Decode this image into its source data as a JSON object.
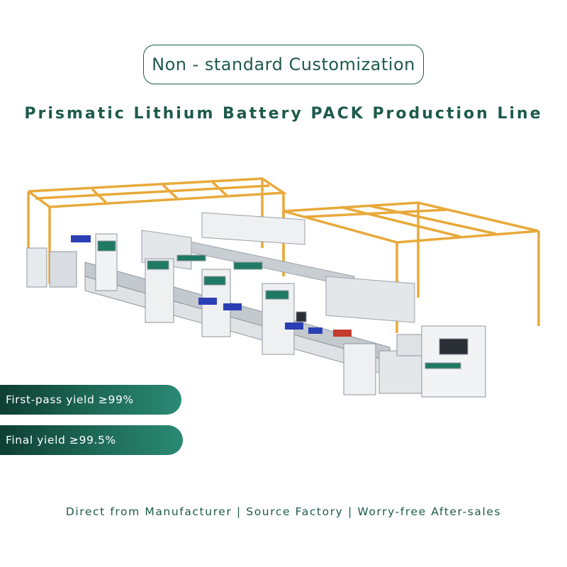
{
  "badge": {
    "label": "Non - standard Customization"
  },
  "title": "Prismatic Lithium Battery PACK Production Line",
  "stats": [
    {
      "label": "First-pass yield ≥99%"
    },
    {
      "label": "Final yield ≥99.5%"
    }
  ],
  "footer": "Direct from Manufacturer | Source Factory | Worry-free After-sales",
  "colors": {
    "brand_green": "#1d5a4c",
    "frame_yellow": "#e8a93a",
    "machine_gray": "#e4e7ea",
    "battery_blue": "#2b3fb5",
    "accent_teal": "#1f7a63"
  }
}
